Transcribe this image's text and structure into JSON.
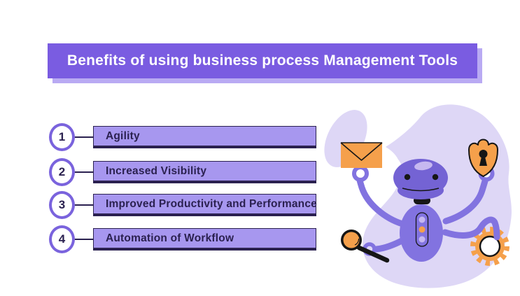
{
  "header": {
    "title": "Benefits of using business process Management Tools"
  },
  "benefits": {
    "items": [
      {
        "number": "1",
        "label": "Agility"
      },
      {
        "number": "2",
        "label": "Increased Visibility"
      },
      {
        "number": "3",
        "label": "Improved Productivity and Performance"
      },
      {
        "number": "4",
        "label": "Automation of Workflow"
      }
    ]
  },
  "illustration": {
    "description": "multitasking robot mascot holding tools",
    "icons": [
      {
        "name": "envelope-icon"
      },
      {
        "name": "shield-lock-icon"
      },
      {
        "name": "magnifier-icon"
      },
      {
        "name": "gear-icon"
      }
    ]
  },
  "colors": {
    "banner_purple": "#7a5ce1",
    "banner_shadow": "#b9aaf3",
    "bar_purple": "#a797ef",
    "navy": "#2b2150",
    "circle_ring_purple": "#7a63dd",
    "robot_head_purple": "#7463d4",
    "robot_body_purple": "#8273e0",
    "blob_lavender": "#ded7f6",
    "accent_orange": "#f5a04b",
    "outline_black": "#161616"
  }
}
